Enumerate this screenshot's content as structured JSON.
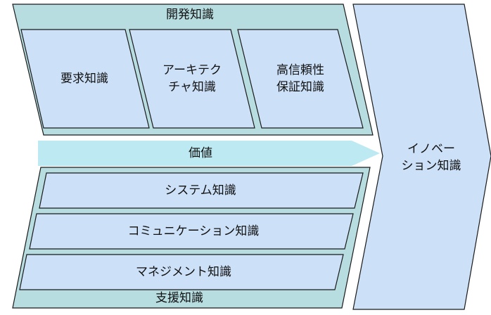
{
  "development": {
    "title": "開発知識",
    "items": [
      "要求知識",
      "アーキテク\nチャ知識",
      "高信頼性\n保証知識"
    ]
  },
  "value_label": "価値",
  "support": {
    "title": "支援知識",
    "items": [
      "システム知識",
      "コミュニケーション知識",
      "マネジメント知識"
    ]
  },
  "innovation_label": "イノベー\nション知識",
  "colors": {
    "group_fill": "#b7dde0",
    "box_fill": "#cce0f8",
    "arrow_fill": "#bde9f2",
    "stroke": "#1a1a1a"
  }
}
